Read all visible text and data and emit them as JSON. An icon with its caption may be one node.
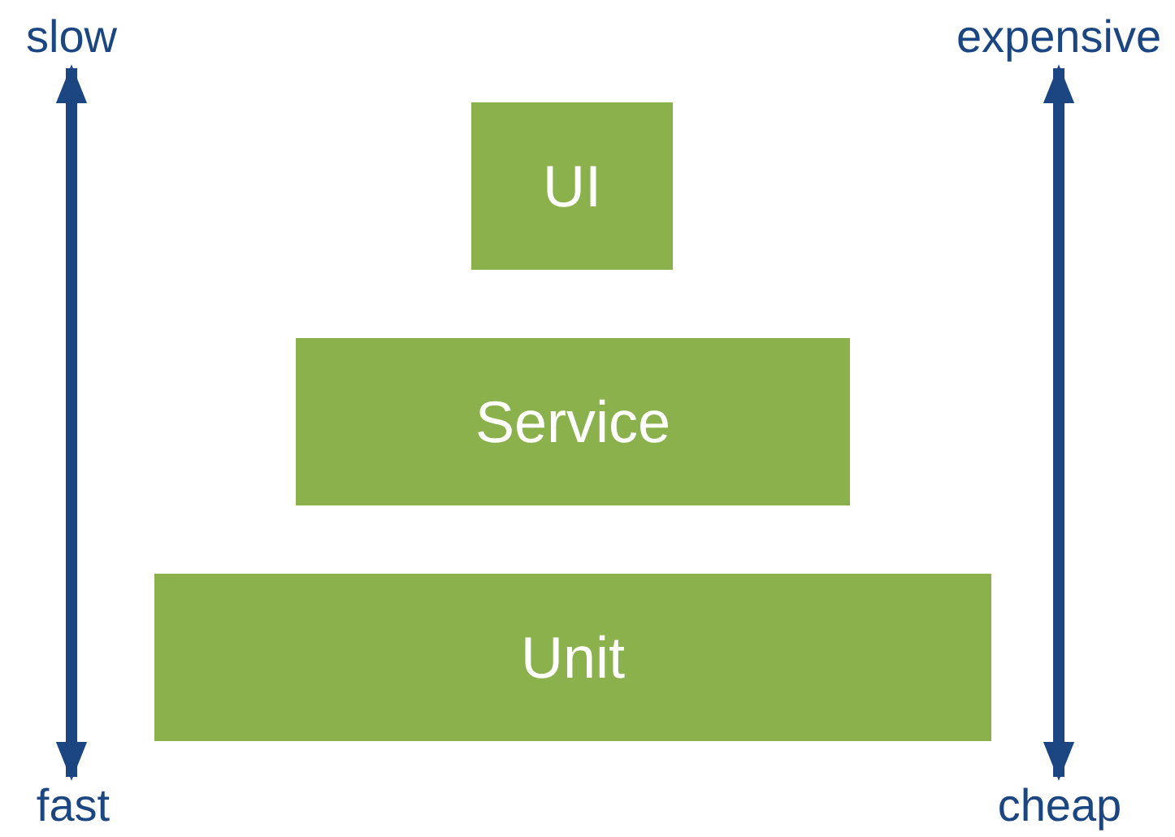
{
  "diagram": {
    "nodes": [
      {
        "text": [
          "slow"
        ]
      },
      {
        "text": [
          "expensive"
        ]
      },
      {
        "text": [
          "UI"
        ]
      },
      {
        "text": [
          "Service"
        ]
      },
      {
        "text": [
          "Unit"
        ]
      },
      {
        "text": [
          "fast"
        ]
      },
      {
        "text": [
          "cheap"
        ]
      }
    ],
    "edges": [
      {
        "from": 0,
        "to": 5,
        "arrow": "both"
      },
      {
        "from": 1,
        "to": 6,
        "arrow": "both"
      }
    ]
  }
}
